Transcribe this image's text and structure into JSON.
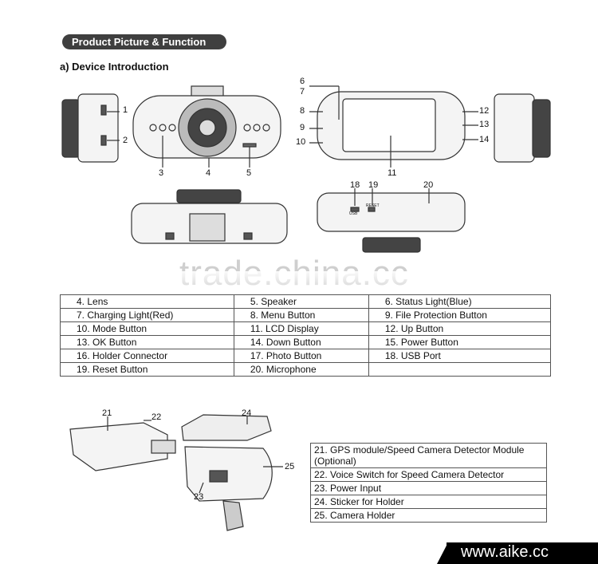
{
  "header": {
    "badge": "Product Picture & Function",
    "subtitle": "a) Device Introduction"
  },
  "callouts": [
    "1",
    "2",
    "3",
    "4",
    "5",
    "6",
    "7",
    "8",
    "9",
    "10",
    "11",
    "12",
    "13",
    "14",
    "18",
    "19",
    "20"
  ],
  "device_labels": {
    "usb": "USB",
    "reset": "RESET"
  },
  "watermark": "trade.china.cc",
  "spec_rows": [
    [
      "4. Lens",
      "5. Speaker",
      "6. Status Light(Blue)"
    ],
    [
      "7. Charging Light(Red)",
      "8. Menu Button",
      "9. File Protection Button"
    ],
    [
      "10. Mode Button",
      "11. LCD Display",
      "12. Up Button"
    ],
    [
      "13. OK Button",
      "14. Down Button",
      "15. Power Button"
    ],
    [
      "16. Holder Connector",
      "17. Photo Button",
      "18. USB Port"
    ],
    [
      "19. Reset Button",
      "20. Microphone",
      ""
    ]
  ],
  "accessory_callouts": [
    "21",
    "22",
    "24",
    "25",
    "23"
  ],
  "accessory_rows": [
    "21. GPS module/Speed Camera Detector Module (Optional)",
    "22. Voice Switch for Speed Camera Detector",
    "23. Power Input",
    "24. Sticker for Holder",
    "25. Camera Holder"
  ],
  "footer": {
    "url": "www.aike.cc"
  }
}
